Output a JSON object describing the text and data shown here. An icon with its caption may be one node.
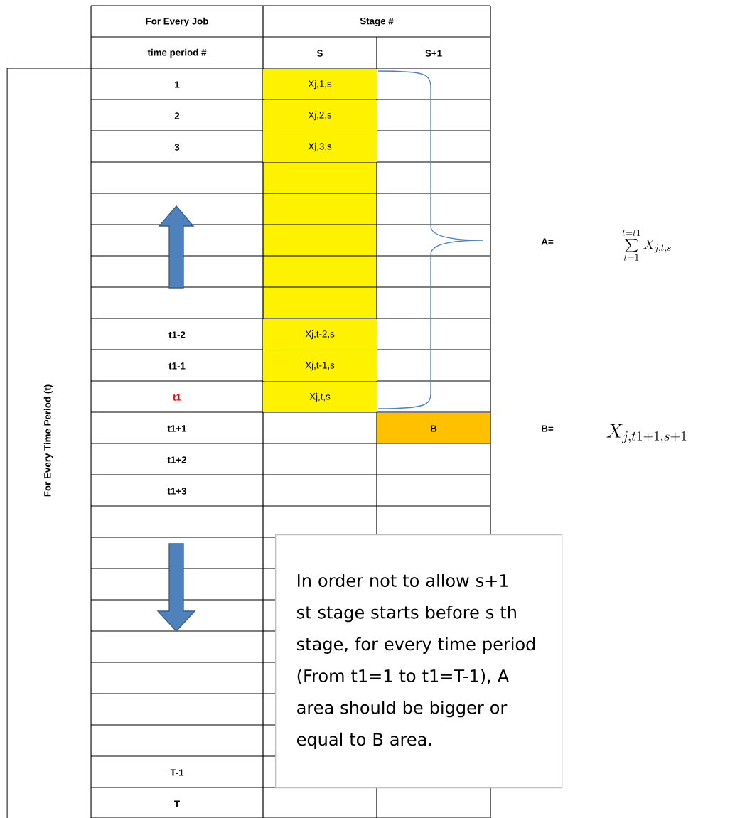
{
  "diagram": {
    "nodes": [
      {
        "text": [
          "In order not to allow s+1 st stage starts before s th stage, for every time period (From t1=1 to t1=T-1), A area should be bigger or equal to B area."
        ]
      }
    ],
    "labels": [
      "For Every Job",
      "Stage #",
      "time period #",
      "S",
      "S+1",
      "1",
      "Xj,1,s",
      "2",
      "Xj,2,s",
      "3",
      "Xj,3,s",
      "t1-2",
      "Xj,t-2,s",
      "t1-1",
      "Xj,t-1,s",
      "t1",
      "Xj,t,s",
      "t1+1",
      "B",
      "t1+2",
      "t1+3",
      "T-1",
      "T",
      "For Every Time Period (t)",
      "A=",
      "\\sum_{t=1}^{t=t1} X_{j,t,s}",
      "B=",
      "X_{j,t1+1,s+1}"
    ]
  }
}
